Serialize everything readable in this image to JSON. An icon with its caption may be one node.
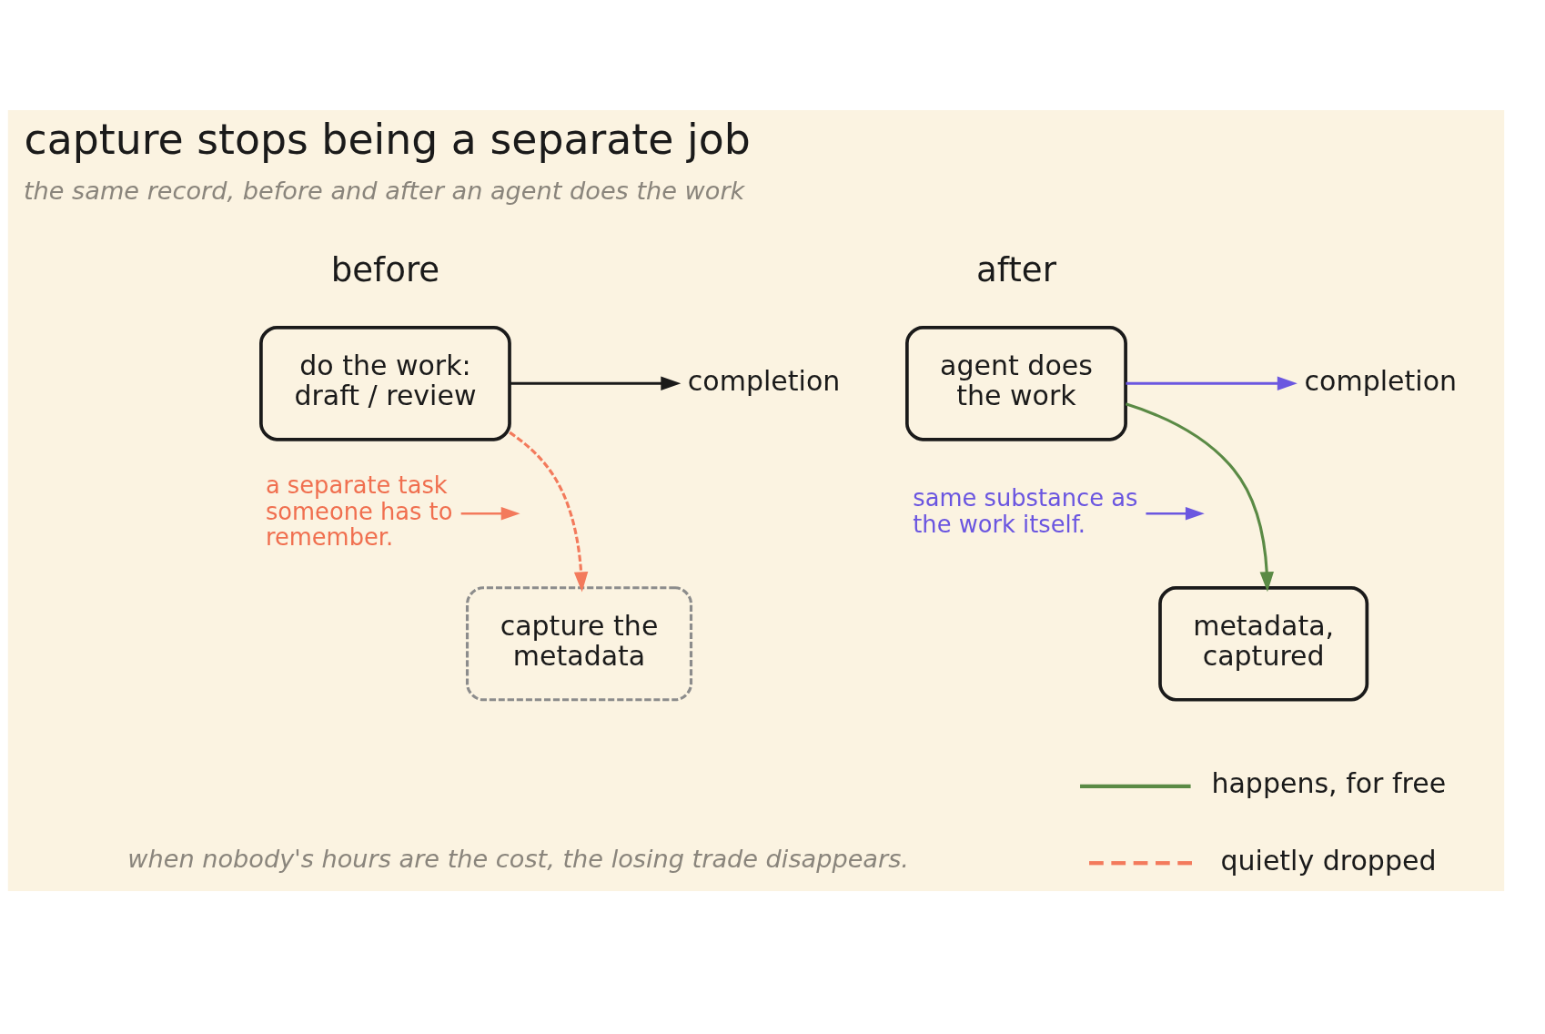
{
  "diagram": {
    "title": "capture stops being a separate job",
    "caption": "when nobody's hours are the cost, the losing trade disappears.",
    "nodes": [
      {
        "text": [
          "do the work: draft / review"
        ]
      },
      {
        "text": [
          "completion"
        ]
      },
      {
        "text": [
          "a separate task someone has to remember."
        ]
      },
      {
        "text": [
          "capture the metadata"
        ]
      },
      {
        "text": [
          "agent does the work"
        ]
      },
      {
        "text": [
          "completion"
        ]
      },
      {
        "text": [
          "same substance as the work itself."
        ]
      },
      {
        "text": [
          "metadata, captured"
        ]
      }
    ],
    "edges": [
      {
        "from": 0,
        "to": 1,
        "arrow": "to",
        "color": "#1a1a1a"
      },
      {
        "from": 0,
        "to": 3,
        "arrow": "to",
        "style": "dashed",
        "color": "#f37a5c"
      },
      {
        "from": 2,
        "to": null,
        "arrow": "to",
        "color": "#f37a5c"
      },
      {
        "from": 4,
        "to": 5,
        "arrow": "to",
        "color": "#6b57e0"
      },
      {
        "from": 4,
        "to": 7,
        "arrow": "to",
        "color": "#5a8a45"
      },
      {
        "from": 6,
        "to": null,
        "arrow": "to",
        "color": "#6b57e0"
      }
    ],
    "labels": [
      "the same record, before and after an agent does the work",
      "before",
      "after"
    ],
    "legend": [
      {
        "text": "happens, for free"
      },
      {
        "text": "quietly dropped"
      }
    ]
  }
}
